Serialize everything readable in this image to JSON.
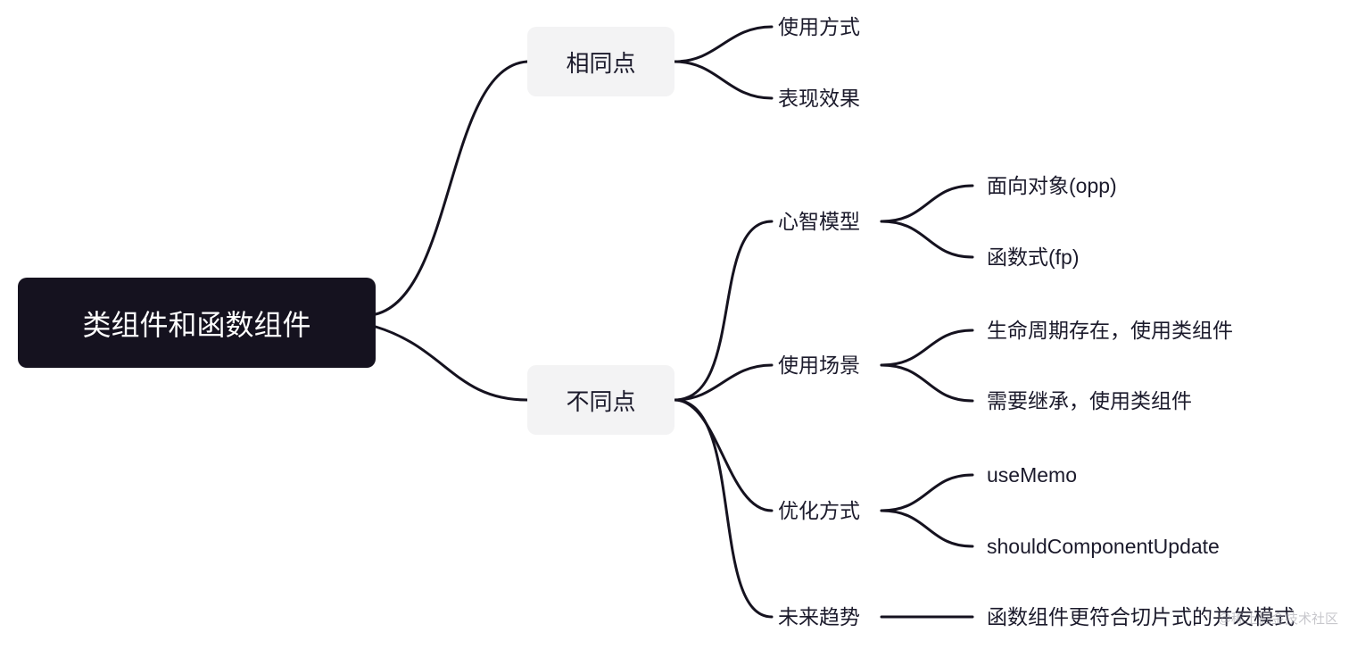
{
  "root": {
    "label": "类组件和函数组件"
  },
  "branches": {
    "same": {
      "label": "相同点",
      "children": [
        "使用方式",
        "表现效果"
      ]
    },
    "diff": {
      "label": "不同点",
      "children": [
        {
          "label": "心智模型",
          "children": [
            "面向对象(opp)",
            "函数式(fp)"
          ]
        },
        {
          "label": "使用场景",
          "children": [
            "生命周期存在，使用类组件",
            "需要继承，使用类组件"
          ]
        },
        {
          "label": "优化方式",
          "children": [
            "useMemo",
            "shouldComponentUpdate"
          ]
        },
        {
          "label": "未来趋势",
          "children": [
            "函数组件更符合切片式的并发模式"
          ]
        }
      ]
    }
  },
  "watermark": "@稀土掘金技术社区",
  "colors": {
    "line": "#15121f",
    "root_bg": "#15121f",
    "root_text": "#ffffff",
    "branch_bg": "#f3f3f4",
    "text": "#1b1a2b"
  }
}
